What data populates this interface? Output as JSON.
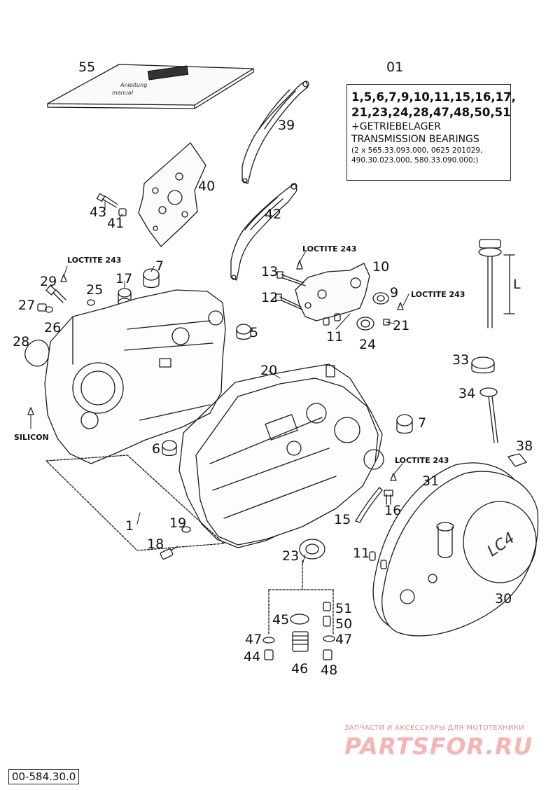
{
  "labels": {
    "l55": "55",
    "l01": "01",
    "l39": "39",
    "l40": "40",
    "l43": "43",
    "l41": "41",
    "l42": "42",
    "l13": "13",
    "l10": "10",
    "l12": "12",
    "l9": "9",
    "l21": "21",
    "l11a": "11",
    "l24": "24",
    "l29": "29",
    "l17": "17",
    "l7a": "7",
    "l25": "25",
    "l27": "27",
    "l26": "26",
    "l5": "5",
    "l28": "28",
    "l20": "20",
    "l33": "33",
    "l34": "34",
    "l7b": "7",
    "l6": "6",
    "l38": "38",
    "l31": "31",
    "l16": "16",
    "l1": "1",
    "l19": "19",
    "l15": "15",
    "l18": "18",
    "l23": "23",
    "l11b": "11",
    "l30": "30",
    "l51": "51",
    "l45": "45",
    "l50": "50",
    "l47a": "47",
    "l47b": "47",
    "l44": "44",
    "l46": "46",
    "l48": "48",
    "lL": "L"
  },
  "notes": {
    "loctite1": "LOCTITE 243",
    "loctite2": "LOCTITE 243",
    "loctite3": "LOCTITE 243",
    "loctite4": "LOCTITE 243",
    "silicon": "SILICON"
  },
  "kit": {
    "line1": "1,5,6,7,9,10,11,15,16,17,",
    "line2": "21,23,24,28,47,48,50,51",
    "line3": "+GETRIEBELAGER",
    "line4": "TRANSMISSION BEARINGS",
    "line5": "(2 x 565.33.093.000, 0625 201029,",
    "line6": "490.30.023.000, 580.33.090.000;)"
  },
  "manual_cover": {
    "line1": "Anleitung",
    "line2": "manual"
  },
  "cover_logo": "LC4",
  "reference": "00-584.30.0",
  "watermark": {
    "tagline": "ЗАПЧАСТИ И АКСЕССУАРЫ ДЛЯ МОТОТЕХНИКИ",
    "brand": "PARTSFOR.RU"
  }
}
